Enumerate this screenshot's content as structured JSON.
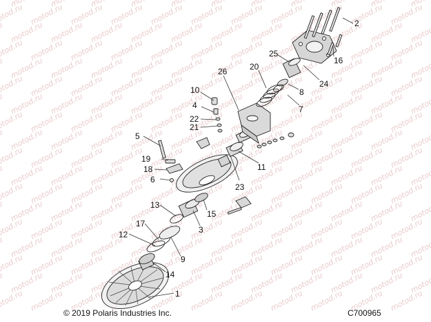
{
  "watermark": {
    "text": "motod.ru",
    "color": "#d8a0a0"
  },
  "footer": {
    "copyright": "© 2019 Polaris Industries Inc.",
    "code": "C700965"
  },
  "callouts": [
    {
      "label": "1"
    },
    {
      "label": "2"
    },
    {
      "label": "3"
    },
    {
      "label": "4"
    },
    {
      "label": "5"
    },
    {
      "label": "6"
    },
    {
      "label": "7"
    },
    {
      "label": "8"
    },
    {
      "label": "9"
    },
    {
      "label": "10"
    },
    {
      "label": "11"
    },
    {
      "label": "12"
    },
    {
      "label": "13"
    },
    {
      "label": "14"
    },
    {
      "label": "15"
    },
    {
      "label": "16"
    },
    {
      "label": "17"
    },
    {
      "label": "18"
    },
    {
      "label": "19"
    },
    {
      "label": "20"
    },
    {
      "label": "21"
    },
    {
      "label": "22"
    },
    {
      "label": "23"
    },
    {
      "label": "24"
    },
    {
      "label": "25"
    },
    {
      "label": "26"
    }
  ]
}
